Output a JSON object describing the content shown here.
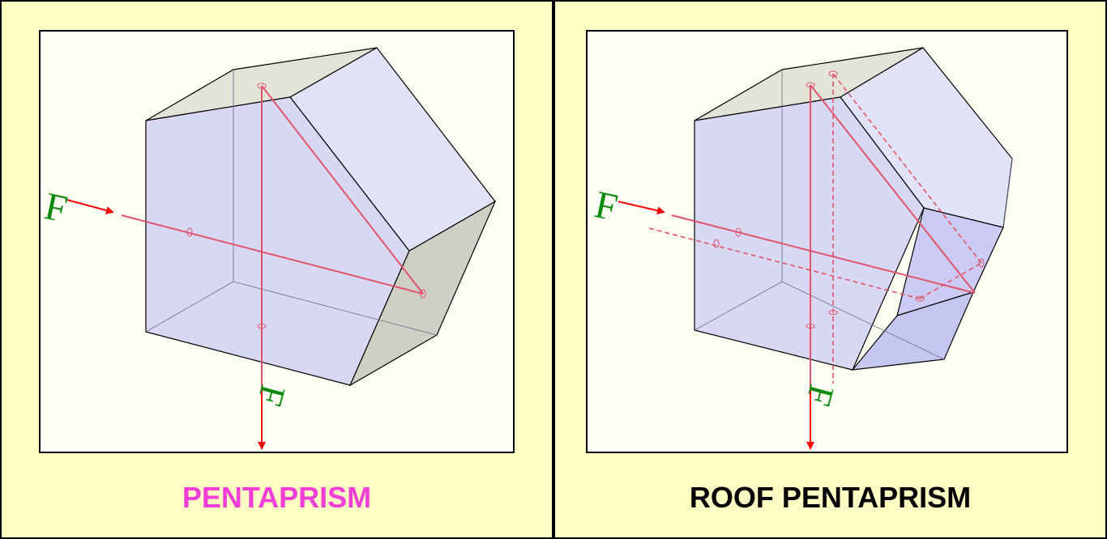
{
  "panels": {
    "left": {
      "caption": "PENTAPRISM",
      "caption_color": "#f03ed6",
      "label_in": "F",
      "label_out": "F"
    },
    "right": {
      "caption": "ROOF PENTAPRISM",
      "caption_color": "#000000",
      "label_in": "F",
      "label_out": "F"
    }
  },
  "colors": {
    "background": "#ffffc3",
    "frame_fill": "#fffff4",
    "prism_front": "#d8d8f5",
    "prism_top": "#e3e3d8",
    "prism_side": "#cfcfc6",
    "ray": "#e0546a",
    "arrow": "#ff0000",
    "label": "#0a8a0a"
  }
}
